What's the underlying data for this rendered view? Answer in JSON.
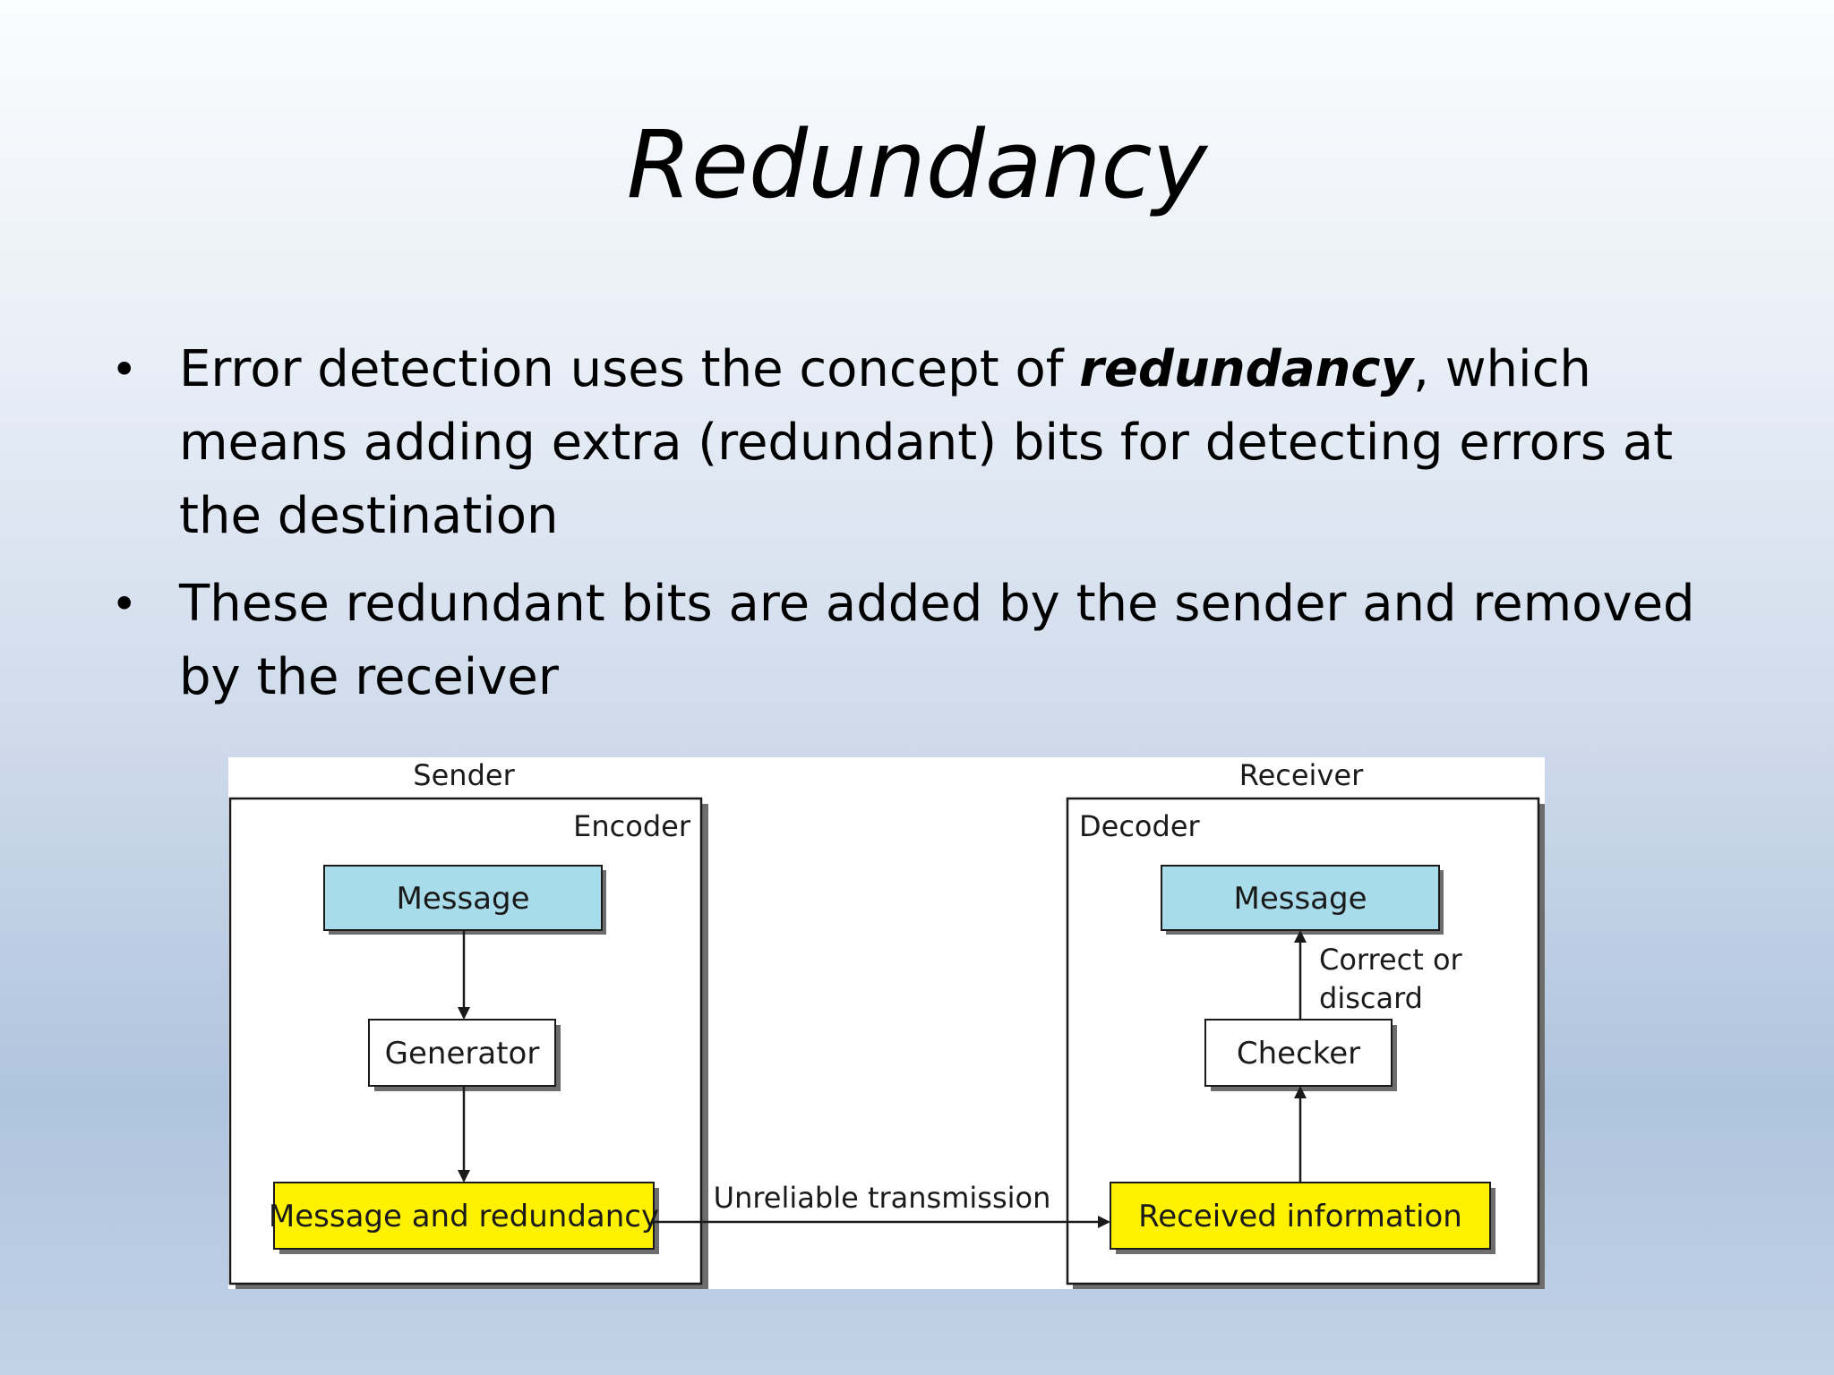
{
  "slide": {
    "title": "Redundancy",
    "bullets": [
      {
        "before": "Error detection uses the concept of ",
        "emphasis": "redundancy",
        "after": ", which means adding extra (redundant) bits for detecting errors at the destination"
      },
      {
        "before": "These redundant bits are added by the sender and removed by the receiver",
        "emphasis": "",
        "after": ""
      }
    ]
  },
  "diagram": {
    "sender_label": "Sender",
    "receiver_label": "Receiver",
    "encoder_label": "Encoder",
    "decoder_label": "Decoder",
    "sender_message": "Message",
    "generator": "Generator",
    "message_and_redundancy": "Message and redundancy",
    "transmission_label": "Unreliable transmission",
    "received_information": "Received information",
    "checker": "Checker",
    "correct_or_discard_1": "Correct or",
    "correct_or_discard_2": "discard",
    "receiver_message": "Message",
    "colors": {
      "message_fill": "#a8dcea",
      "redundancy_fill": "#fff200",
      "shadow": "#6d6d6d",
      "stroke": "#1a1a1a"
    }
  }
}
